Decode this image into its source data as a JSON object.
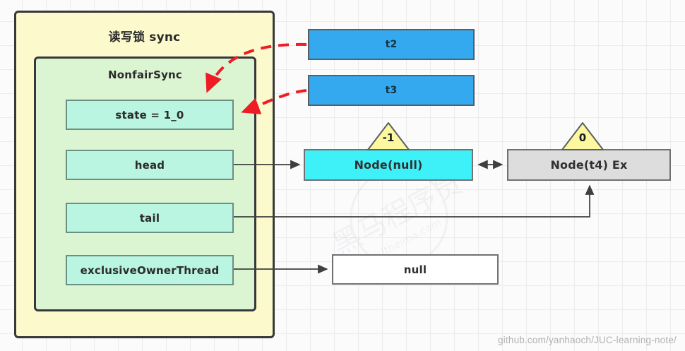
{
  "diagram": {
    "title": "ReentrantReadWriteLock AQS state diagram",
    "outer_container": {
      "label": "读写锁 sync",
      "fill": "#fcfacd",
      "stroke": "#36383a"
    },
    "inner_container": {
      "label": "NonfairSync",
      "fill": "#dbf5d3",
      "stroke": "#36383a"
    },
    "fields": [
      {
        "name": "state",
        "label": "state = 1_0"
      },
      {
        "name": "head",
        "label": "head"
      },
      {
        "name": "tail",
        "label": "tail"
      },
      {
        "name": "exclusiveOwnerThread",
        "label": "exclusiveOwnerThread"
      }
    ],
    "threads": [
      {
        "name": "t2",
        "label": "t2",
        "color": "#34a9ef"
      },
      {
        "name": "t3",
        "label": "t3",
        "color": "#34a9ef"
      }
    ],
    "nodes": [
      {
        "name": "node-null",
        "label": "Node(null)",
        "waitStatus": "-1",
        "color": "#3ef1f8"
      },
      {
        "name": "node-t4",
        "label": "Node(t4) Ex",
        "waitStatus": "0",
        "color": "#dddddd"
      }
    ],
    "owner_value": {
      "label": "null"
    },
    "arrow_colors": {
      "solid": "#3f3f3f",
      "dashed": "#ee1c25"
    },
    "footer": "github.com/yanhaoch/JUC-learning-note/"
  }
}
